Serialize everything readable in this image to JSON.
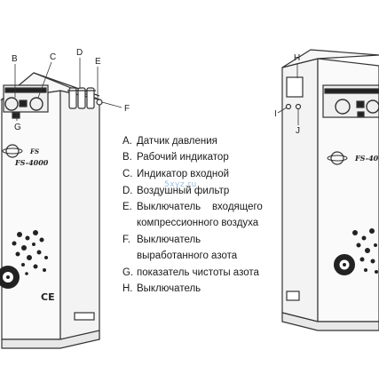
{
  "callouts": {
    "left": [
      "B",
      "C",
      "D",
      "E",
      "F",
      "G"
    ],
    "right": [
      "H",
      "I",
      "J"
    ]
  },
  "model_label": "FS-4000",
  "model_label_right": "FS-40",
  "ce_mark": "CE",
  "legend": [
    {
      "letter": "A.",
      "text": "Датчик давления"
    },
    {
      "letter": "B.",
      "text": "Рабочий индикатор"
    },
    {
      "letter": "C.",
      "text": "Индикатор входной"
    },
    {
      "letter": "D.",
      "text": "Воздушный фильтр"
    },
    {
      "letter": "E.",
      "text": "Выключатель    входящего"
    },
    {
      "letter": "",
      "text": "компрессионного воздуха"
    },
    {
      "letter": "F.",
      "text": "Выключатель"
    },
    {
      "letter": "",
      "text": "выработанного азота"
    },
    {
      "letter": "G.",
      "text": "показатель чистоты азота"
    },
    {
      "letter": "H.",
      "text": "Выключатель"
    }
  ],
  "watermark": "5xyz.ru"
}
